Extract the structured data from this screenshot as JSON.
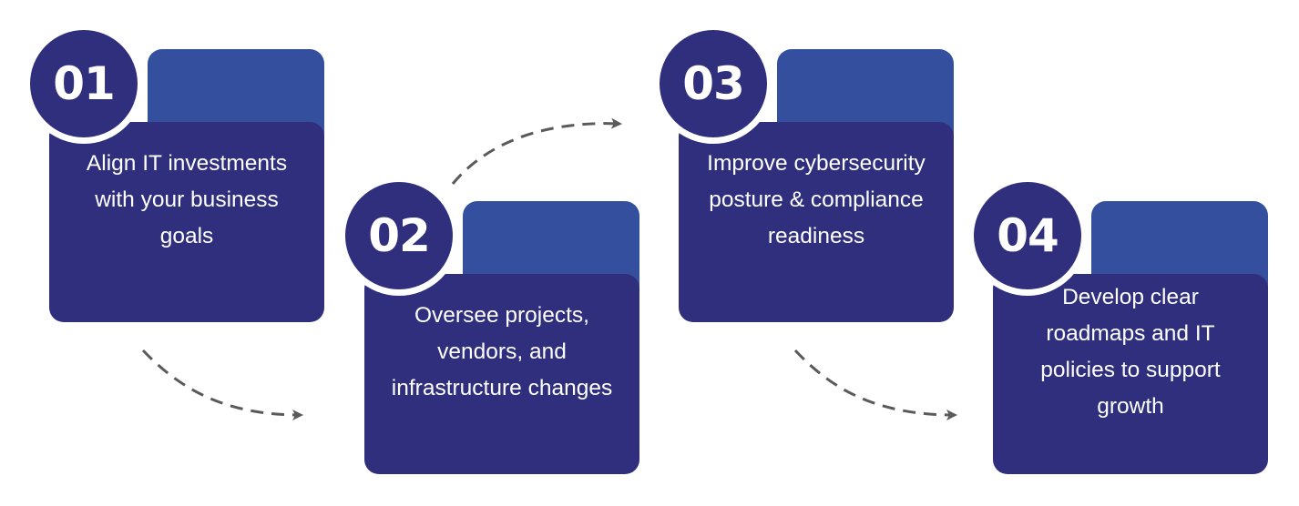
{
  "colors": {
    "card_body": "#2f2f7e",
    "card_header": "#344f9d",
    "badge": "#2f2f7e",
    "text": "#ffffff",
    "connector": "#5a5a5a"
  },
  "steps": [
    {
      "number": "01",
      "text": "Align IT investments with your business goals"
    },
    {
      "number": "02",
      "text": "Oversee projects, vendors, and infrastructure changes"
    },
    {
      "number": "03",
      "text": "Improve cybersecurity posture & compliance readiness"
    },
    {
      "number": "04",
      "text": "Develop clear roadmaps and IT policies to support growth"
    }
  ]
}
